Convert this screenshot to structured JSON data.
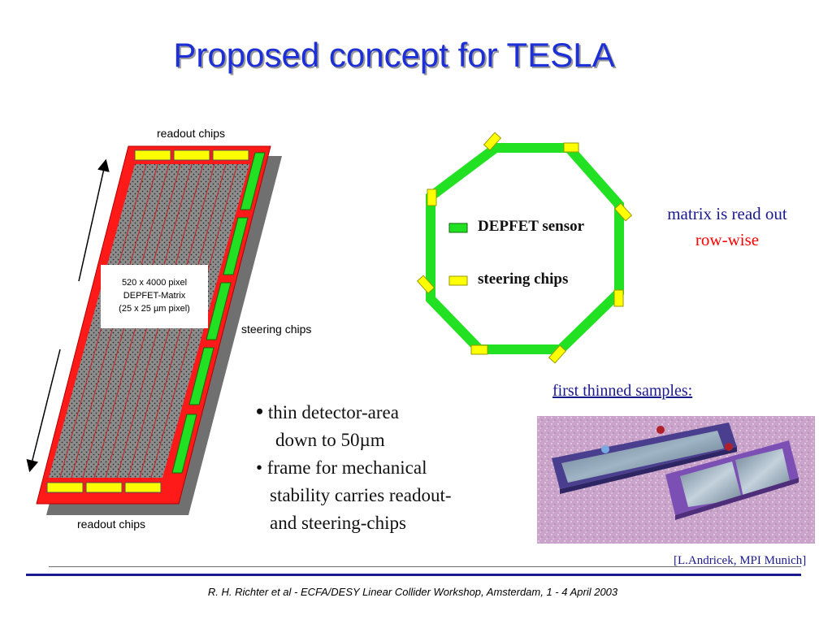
{
  "title": "Proposed concept for TESLA",
  "sensor_diagram": {
    "readout_chips_top": "readout chips",
    "readout_chips_bottom": "readout chips",
    "steering_chips": "steering chips",
    "matrix_line1": "520 x 4000 pixel",
    "matrix_line2": "DEPFET-Matrix",
    "matrix_line3": "(25 x 25 µm pixel)"
  },
  "octagon_legend": {
    "depfet": "DEPFET sensor",
    "steering": "steering chips"
  },
  "readout_note": {
    "line1": "matrix is read out",
    "line2": "row-wise"
  },
  "bullets": {
    "b1_line1": "thin detector-area",
    "b1_line2": "down to 50µm",
    "b2_line1": "• frame for mechanical",
    "b2_line2": "stability carries readout-",
    "b2_line3": "and steering-chips"
  },
  "samples": {
    "title": "first thinned samples:",
    "credit": "[L.Andricek, MPI Munich]"
  },
  "footer": "R. H. Richter et al - ECFA/DESY Linear Collider Workshop, Amsterdam, 1 - 4 April 2003",
  "colors": {
    "title": "#1d2fd6",
    "frame": "#ff1a1a",
    "sensor_green": "#22e122",
    "chip_yellow": "#ffff00",
    "accent_red": "#ff0000",
    "navy": "#1a1a8c"
  }
}
